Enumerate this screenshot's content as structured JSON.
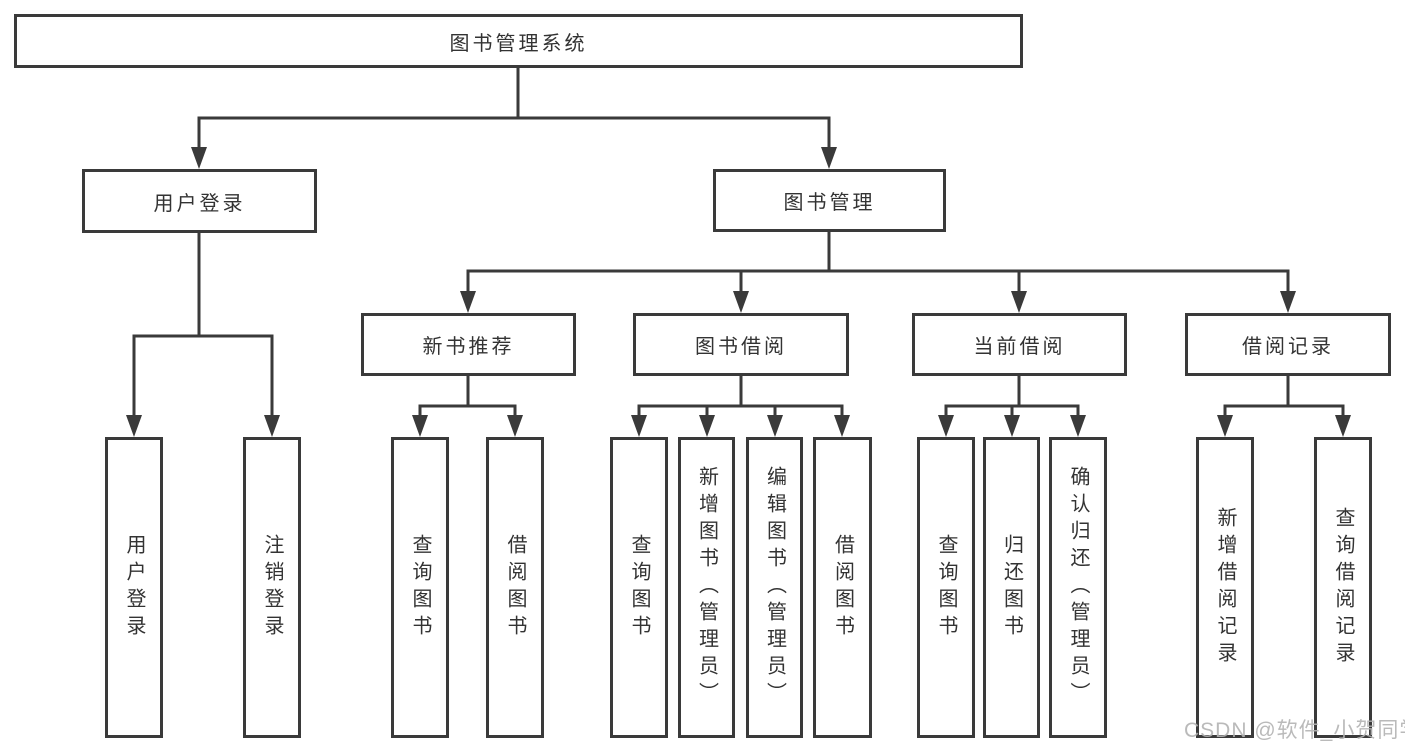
{
  "tree": {
    "root": "图书管理系统",
    "branches": [
      {
        "label": "用户登录",
        "children": [
          "用户登录",
          "注销登录"
        ]
      },
      {
        "label": "图书管理",
        "groups": [
          {
            "label": "新书推荐",
            "children": [
              "查询图书",
              "借阅图书"
            ]
          },
          {
            "label": "图书借阅",
            "children": [
              "查询图书",
              "新增图书（管理员）",
              "编辑图书（管理员）",
              "借阅图书"
            ]
          },
          {
            "label": "当前借阅",
            "children": [
              "查询图书",
              "归还图书",
              "确认归还（管理员）"
            ]
          },
          {
            "label": "借阅记录",
            "children": [
              "新增借阅记录",
              "查询借阅记录"
            ]
          }
        ]
      }
    ]
  },
  "watermark": {
    "text": "CSDN @软件_小贺同学",
    "color": "#b3b3b3"
  },
  "colors": {
    "line": "#3a3a3a",
    "text": "#333333",
    "background": "#ffffff"
  }
}
